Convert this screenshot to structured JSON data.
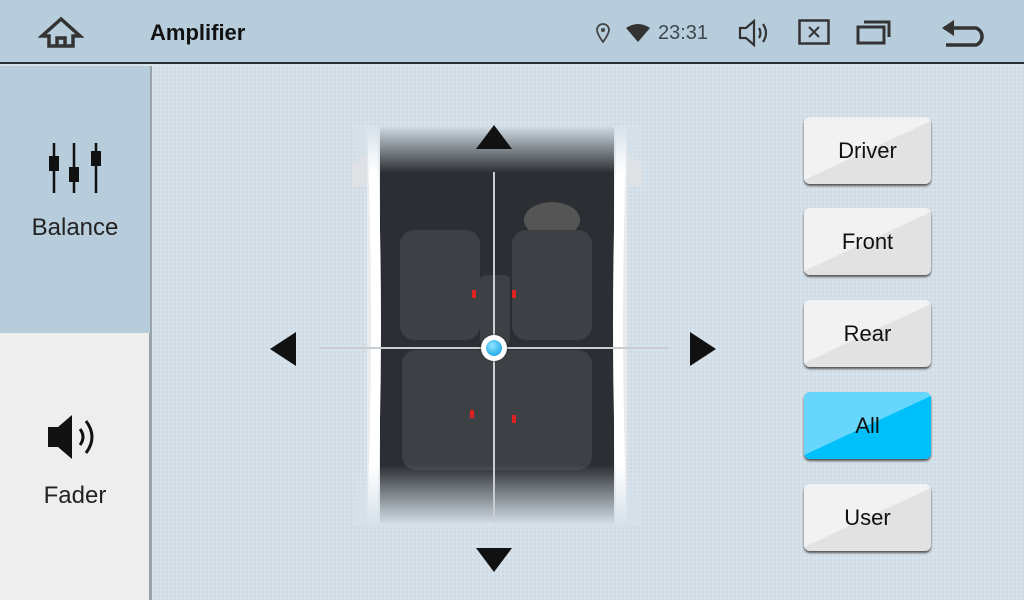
{
  "header": {
    "title": "Amplifier",
    "time": "23:31"
  },
  "sidebar": {
    "items": [
      {
        "label": "Balance",
        "icon": "equalizer-icon",
        "active": true
      },
      {
        "label": "Fader",
        "icon": "speaker-icon",
        "active": false
      }
    ]
  },
  "presets": [
    {
      "label": "Driver"
    },
    {
      "label": "Front"
    },
    {
      "label": "Rear"
    },
    {
      "label": "All",
      "selected": true
    },
    {
      "label": "User"
    }
  ],
  "colors": {
    "accent": "#00c0fc",
    "header": "#b8cddc"
  }
}
